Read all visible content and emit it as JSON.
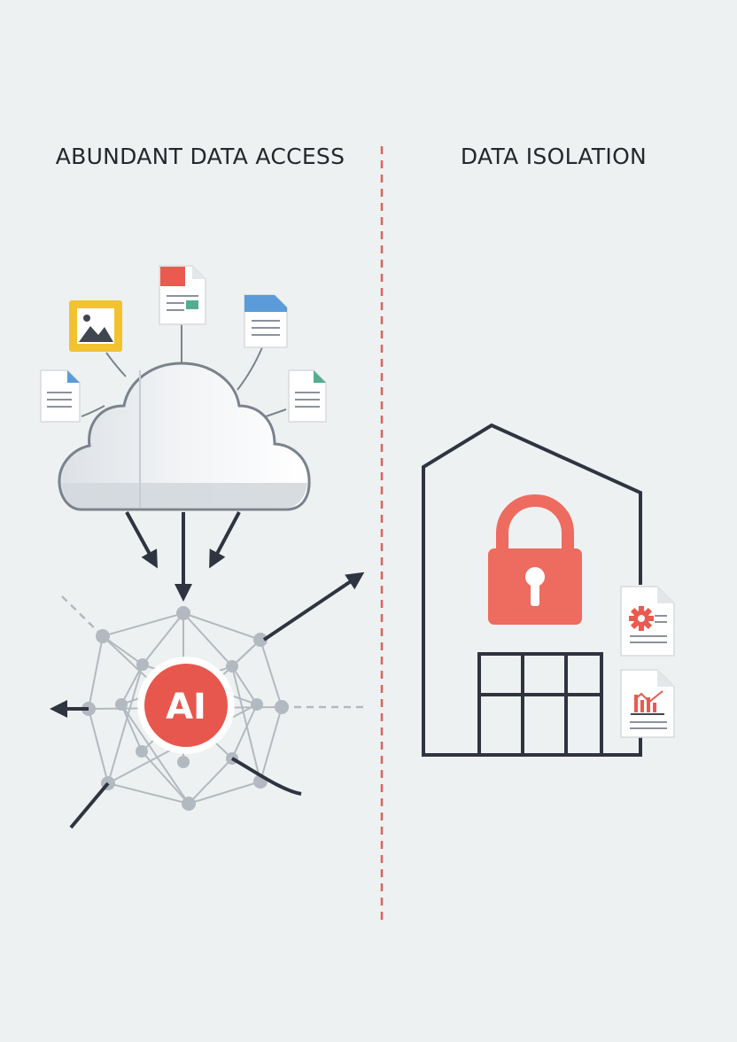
{
  "headings": {
    "left": "ABUNDANT DATA ACCESS",
    "right": "DATA ISOLATION"
  },
  "ai_node": {
    "label": "AI"
  },
  "colors": {
    "background": "#eef1f1",
    "divider": "#e0625a",
    "ai_accent": "#e8574d",
    "lock": "#ee6b5f",
    "outline": "#2e3440",
    "network": "#b3b9c0",
    "image_file": "#f2c230",
    "doc_red": "#ea5a4f",
    "doc_blue": "#5b9bd9",
    "doc_green": "#55ad8f"
  },
  "icons": [
    "cloud-icon",
    "image-file-icon",
    "document-icon",
    "neural-network-icon",
    "house-icon",
    "padlock-icon",
    "settings-document-icon",
    "chart-document-icon"
  ]
}
